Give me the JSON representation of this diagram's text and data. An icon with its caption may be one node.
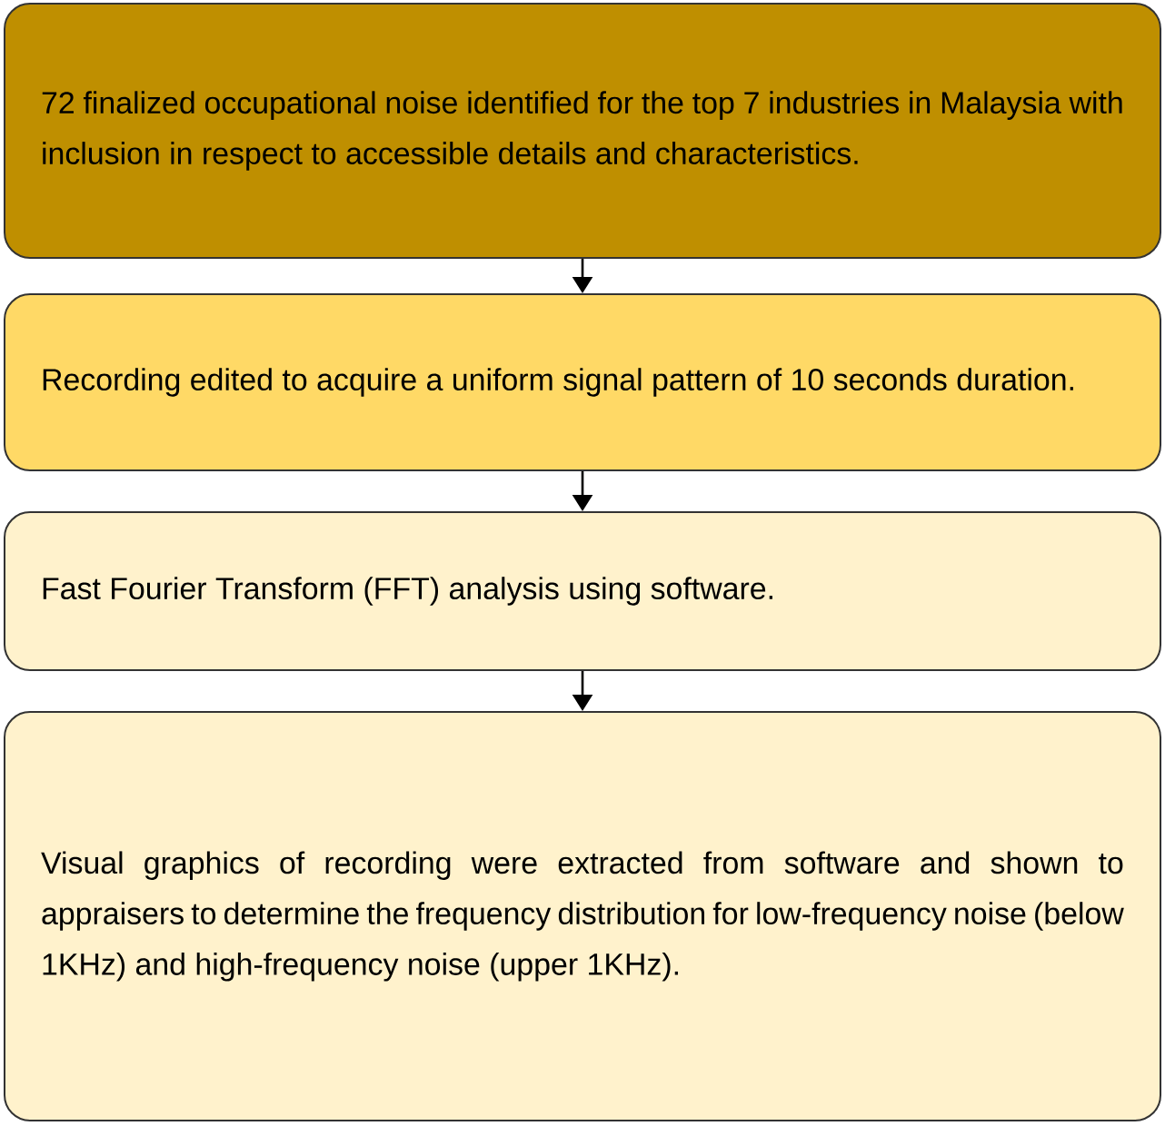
{
  "diagram": {
    "nodes": [
      {
        "text": [
          "72 finalized occupational noise identified for the top 7 industries in Malaysia with inclusion in respect to accessible details and characteristics."
        ]
      },
      {
        "text": [
          "Recording edited to acquire a uniform signal pattern of 10 seconds duration."
        ]
      },
      {
        "text": [
          "Fast Fourier Transform (FFT) analysis using software."
        ]
      },
      {
        "text": [
          "Visual graphics of recording were extracted from software and shown to appraisers to determine the frequency distribution for low-frequency noise (below 1KHz) and high-frequency noise (upper 1KHz)."
        ]
      }
    ],
    "edges": [
      {
        "from": 0,
        "to": 1,
        "arrow": "to"
      },
      {
        "from": 1,
        "to": 2,
        "arrow": "to"
      },
      {
        "from": 2,
        "to": 3,
        "arrow": "to"
      }
    ]
  }
}
